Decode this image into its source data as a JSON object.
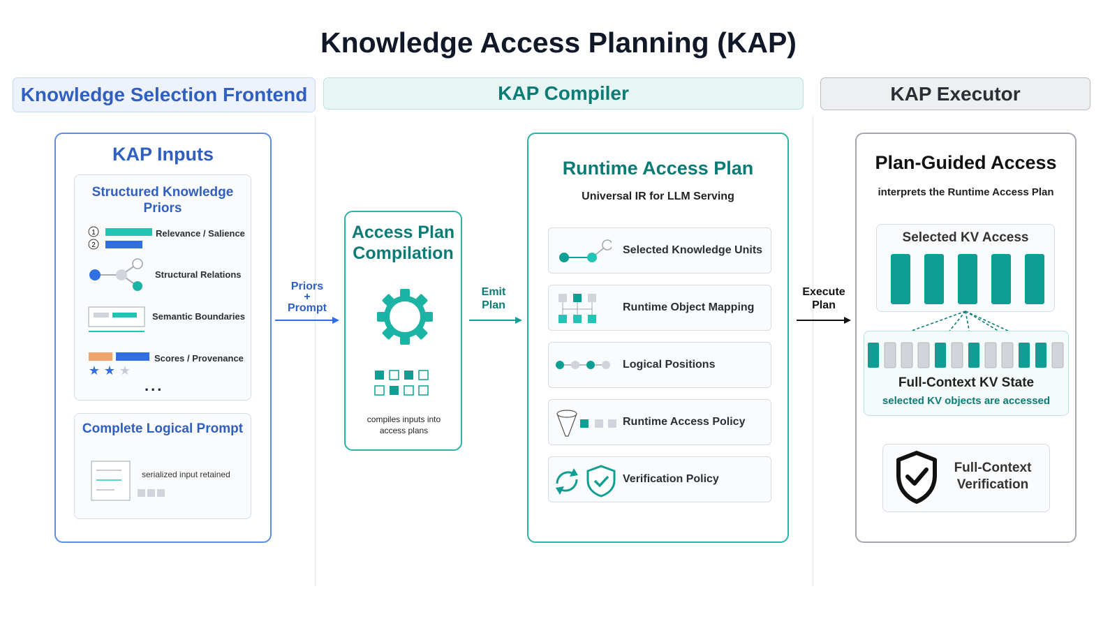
{
  "title": "Knowledge Access Planning (KAP)",
  "sections": {
    "frontend": "Knowledge Selection Frontend",
    "compiler": "KAP Compiler",
    "executor": "KAP Executor"
  },
  "kap_inputs": {
    "title": "KAP Inputs",
    "priors_title": "Structured Knowledge Priors",
    "items": [
      "Relevance / Salience",
      "Structural Relations",
      "Semantic Boundaries",
      "Scores / Provenance"
    ],
    "ellipsis": "...",
    "prompt_title": "Complete Logical Prompt",
    "prompt_note": "serialized input retained"
  },
  "arrows": {
    "priors_prompt": [
      "Priors",
      "+",
      "Prompt"
    ],
    "emit_plan": [
      "Emit",
      "Plan"
    ],
    "execute_plan": [
      "Execute",
      "Plan"
    ]
  },
  "compilation": {
    "title": "Access Plan Compilation",
    "caption": "compiles inputs into access plans"
  },
  "runtime_plan": {
    "title": "Runtime Access Plan",
    "subtitle": "Universal IR for LLM Serving",
    "rows": [
      "Selected Knowledge Units",
      "Runtime Object Mapping",
      "Logical Positions",
      "Runtime Access Policy",
      "Verification Policy"
    ]
  },
  "executor": {
    "title": "Plan-Guided Access",
    "subtitle": "interprets the Runtime Access Plan",
    "kv_access_title": "Selected KV Access",
    "kv_state_title": "Full-Context KV State",
    "kv_state_note": "selected KV objects are accessed",
    "verify_title": "Full-Context Verification"
  },
  "colors": {
    "blue": "#2f5fbf",
    "teal": "#0f9e94",
    "dark_teal": "#0b7b75",
    "gray": "#a4a8ae"
  }
}
